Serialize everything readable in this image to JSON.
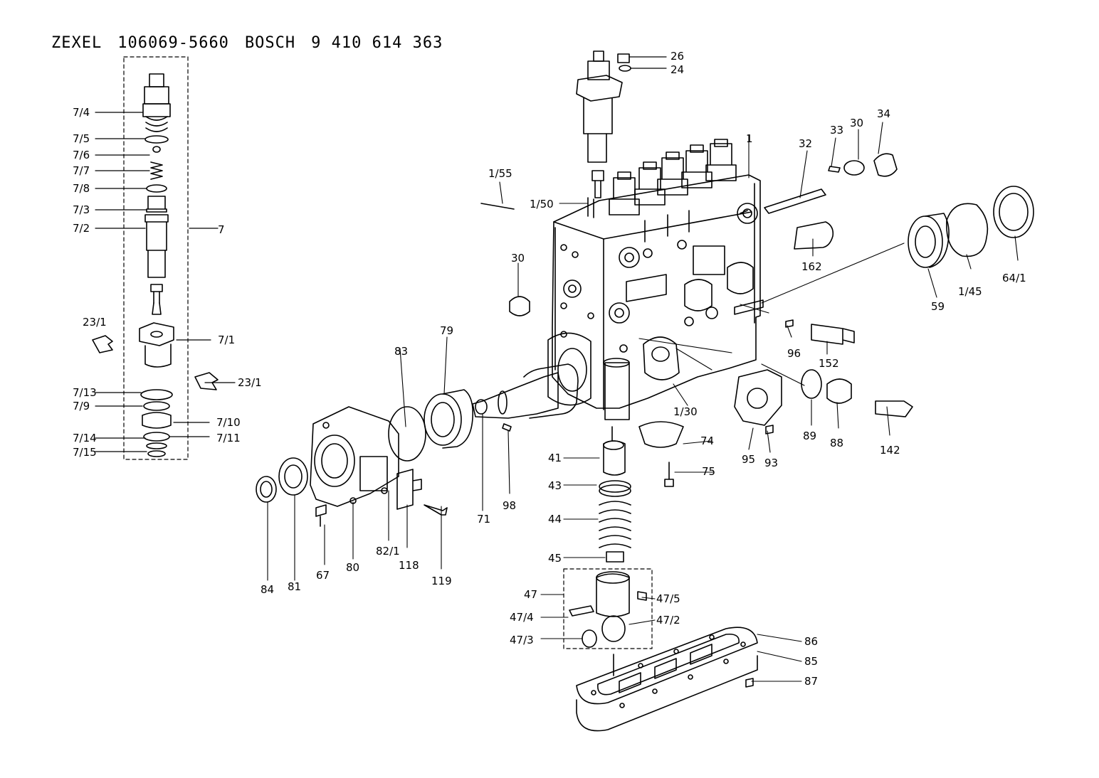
{
  "header": {
    "brand1": "ZEXEL",
    "part1": "106069-5660",
    "brand2": "BOSCH",
    "part2": "9 410 614 363"
  },
  "callouts": {
    "c7_4": "7/4",
    "c7_5": "7/5",
    "c7_6": "7/6",
    "c7_7": "7/7",
    "c7_8": "7/8",
    "c7_3": "7/3",
    "c7_2": "7/2",
    "c7": "7",
    "c23_1a": "23/1",
    "c7_1": "7/1",
    "c23_1b": "23/1",
    "c7_13": "7/13",
    "c7_9": "7/9",
    "c7_10": "7/10",
    "c7_14": "7/14",
    "c7_11": "7/11",
    "c7_15": "7/15",
    "c26": "26",
    "c24": "24",
    "c1": "1",
    "c32": "32",
    "c33": "33",
    "c30a": "30",
    "c34": "34",
    "c1_55": "1/55",
    "c1_50": "1/50",
    "c30b": "30",
    "c162": "162",
    "c59": "59",
    "c1_45": "1/45",
    "c64_1": "64/1",
    "c96": "96",
    "c152": "152",
    "c83": "83",
    "c79": "79",
    "c1_30": "1/30",
    "c89": "89",
    "c88": "88",
    "c142": "142",
    "c74": "74",
    "c95": "95",
    "c93": "93",
    "c41": "41",
    "c75": "75",
    "c98": "98",
    "c71": "71",
    "c43": "43",
    "c44": "44",
    "c84": "84",
    "c81": "81",
    "c67": "67",
    "c80": "80",
    "c82_1": "82/1",
    "c118": "118",
    "c119": "119",
    "c45": "45",
    "c47": "47",
    "c47_5": "47/5",
    "c47_4": "47/4",
    "c47_2": "47/2",
    "c47_3": "47/3",
    "c86": "86",
    "c85": "85",
    "c87": "87"
  }
}
